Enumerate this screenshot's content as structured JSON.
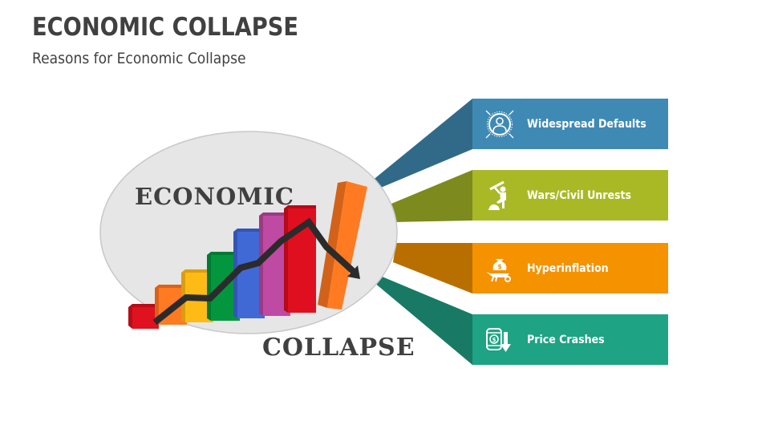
{
  "slide": {
    "title": "ECONOMIC COLLAPSE",
    "subtitle": "Reasons for Economic Collapse"
  },
  "graphic": {
    "top_word": "ECONOMIC",
    "bottom_word": "COLLAPSE",
    "ellipse_fill": "#e6e6e6",
    "bars": [
      {
        "color": "#e0121f",
        "side": "#b80d18"
      },
      {
        "color": "#ff7a21",
        "side": "#d9621a"
      },
      {
        "color": "#ffbb15",
        "side": "#d99e10"
      },
      {
        "color": "#03963f",
        "side": "#027a33"
      },
      {
        "color": "#4169d6",
        "side": "#3355b3"
      },
      {
        "color": "#bf4aa3",
        "side": "#9a3a84"
      },
      {
        "color": "#e00f1f",
        "side": "#b50b19"
      },
      {
        "color": "#ff7a21",
        "side": "#d2621a"
      }
    ],
    "trend_line_color": "#2b2b2b"
  },
  "reasons": [
    {
      "label": "Widespread Defaults",
      "icon": "person-target-icon",
      "color": "#3f8ab5",
      "connector": "#316a88"
    },
    {
      "label": "Wars/Civil Unrests",
      "icon": "fighter-with-weapon-icon",
      "color": "#a9b926",
      "connector": "#7d8a1d"
    },
    {
      "label": "Hyperinflation",
      "icon": "wheelbarrow-money-bag-icon",
      "color": "#f59200",
      "connector": "#b86f00"
    },
    {
      "label": "Price Crashes",
      "icon": "coins-down-arrow-icon",
      "color": "#1ea384",
      "connector": "#187a64"
    }
  ]
}
